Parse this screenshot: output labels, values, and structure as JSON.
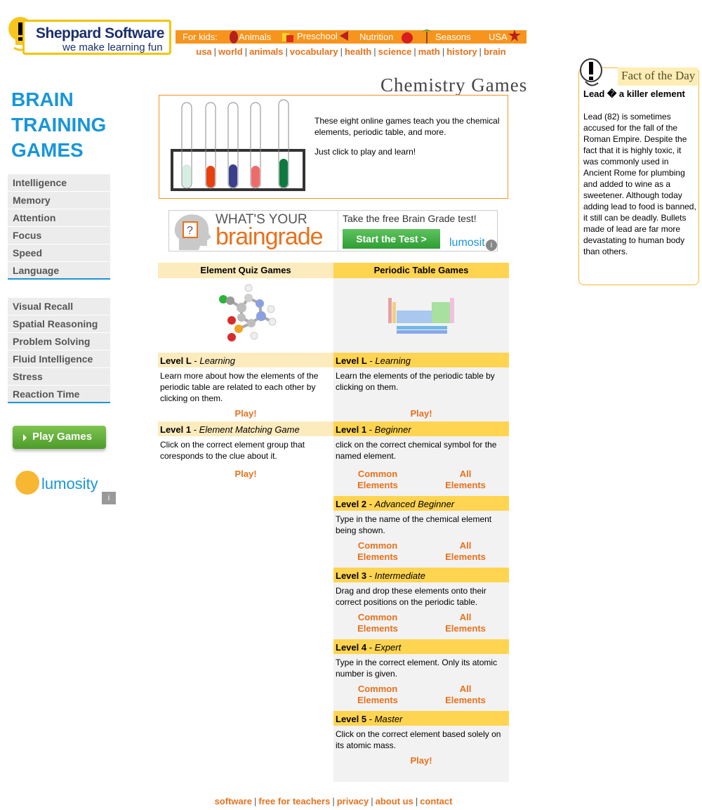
{
  "logo": {
    "brand": "Sheppard Software",
    "tagline": "we make learning fun"
  },
  "kids_bar": {
    "label": "For kids:",
    "items": [
      "Animals",
      "Preschool",
      "Nutrition",
      "Seasons",
      "USA"
    ]
  },
  "top_nav": [
    "usa",
    "world",
    "animals",
    "vocabulary",
    "health",
    "science",
    "math",
    "history",
    "brain"
  ],
  "sidebar": {
    "title_lines": [
      "BRAIN",
      "TRAINING",
      "GAMES"
    ],
    "menu1": [
      "Intelligence",
      "Memory",
      "Attention",
      "Focus",
      "Speed",
      "Language"
    ],
    "menu2": [
      "Visual Recall",
      "Spatial Reasoning",
      "Problem Solving",
      "Fluid Intelligence",
      "Stress",
      "Reaction Time"
    ],
    "play_button": "Play Games",
    "lumosity": "lumosity",
    "info": "i"
  },
  "page_title": "Chemistry Games",
  "intro": {
    "text": "These eight online games teach you the chemical elements, periodic table, and more.",
    "cta": "Just click to play and learn!"
  },
  "ad": {
    "whats": "WHAT'S YOUR",
    "braingrade": "braingrade",
    "take": "Take the free Brain Grade test!",
    "start": "Start the Test >",
    "lumosity": "lumosit",
    "info": "i"
  },
  "columns": {
    "left": "Element Quiz Games",
    "right": "Periodic Table Games"
  },
  "left_levels": [
    {
      "name": "Level L",
      "sub": "Learning",
      "desc": "Learn more about how the elements of the periodic table are related to each other by clicking on them.",
      "play": "Play!"
    },
    {
      "name": "Level 1",
      "sub": "Element Matching Game",
      "desc": "Click on the correct element group that coresponds to the clue about it.",
      "play": "Play!"
    }
  ],
  "right_levels": [
    {
      "name": "Level L",
      "sub": "Learning",
      "desc": "Learn the elements of the periodic table by clicking on them.",
      "play": "Play!"
    },
    {
      "name": "Level 1",
      "sub": "Beginner",
      "desc": "click on the correct chemical symbol for the named element."
    },
    {
      "name": "Level 2",
      "sub": "Advanced Beginner",
      "desc": "Type in the name of the chemical element being shown."
    },
    {
      "name": "Level 3",
      "sub": "Intermediate",
      "desc": "Drag and drop these elements onto their correct positions on the periodic table."
    },
    {
      "name": "Level 4",
      "sub": "Expert",
      "desc": "Type in the correct element. Only its atomic number is given."
    },
    {
      "name": "Level 5",
      "sub": "Master",
      "desc": "Click on the correct element based solely on its atomic mass.",
      "play": "Play!"
    }
  ],
  "element_links": {
    "common_1": "Common",
    "common_2": "Elements",
    "all_1": "All",
    "all_2": "Elements"
  },
  "fact": {
    "title": "Fact of the Day",
    "headline": "Lead � a killer element",
    "body": "Lead (82) is sometimes accused for the fall of the Roman Empire. Despite the fact that it is highly toxic, it was commonly used in Ancient Rome for plumbing and added to wine as a sweetener. Although today adding lead to food is banned, it still can be deadly. Bullets made of lead are far more devastating to human body than others."
  },
  "footer": [
    "software",
    "free for teachers",
    "privacy",
    "about us",
    "contact"
  ],
  "colors": {
    "orange": "#e8711c",
    "blue": "#1996d8",
    "yellow": "#ffd451",
    "pale_yellow": "#fcebbd"
  }
}
